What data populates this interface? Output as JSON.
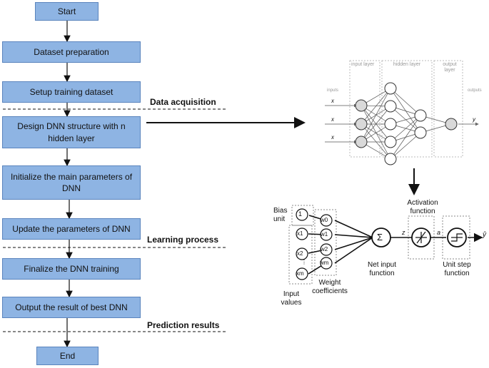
{
  "flowchart": {
    "steps": [
      "Start",
      "Dataset preparation",
      "Setup training dataset",
      "Design DNN structure with n hidden layer",
      "Initialize the main parameters of DNN",
      "Update the parameters of DNN",
      "Finalize the DNN training",
      "Output the result of best DNN",
      "End"
    ],
    "sections": [
      "Data acquisition",
      "Learning process",
      "Prediction results"
    ]
  },
  "network": {
    "layers": [
      "input layer",
      "hidden layer",
      "output layer"
    ],
    "inputs_label": "inputs",
    "outputs_label": "outputs",
    "input_vars": [
      "x",
      "x",
      "x"
    ],
    "output_var": "y"
  },
  "neuron": {
    "bias_unit": "Bias unit",
    "bias_value": "1",
    "inputs": [
      "x1",
      "x2",
      "xm"
    ],
    "weights": [
      "w0",
      "w1",
      "w2",
      "wm"
    ],
    "input_values": "Input values",
    "weight_coefficients": "Weight coefficients",
    "sum_symbol": "Σ",
    "net_input_function": "Net input function",
    "z": "z",
    "activation_function": "Activation function",
    "a": "a",
    "unit_step_function": "Unit step function",
    "output": "ŷ"
  },
  "colors": {
    "box_fill": "#8eb4e3",
    "box_border": "#5a84bd",
    "node_fill": "#d9d9d9"
  }
}
